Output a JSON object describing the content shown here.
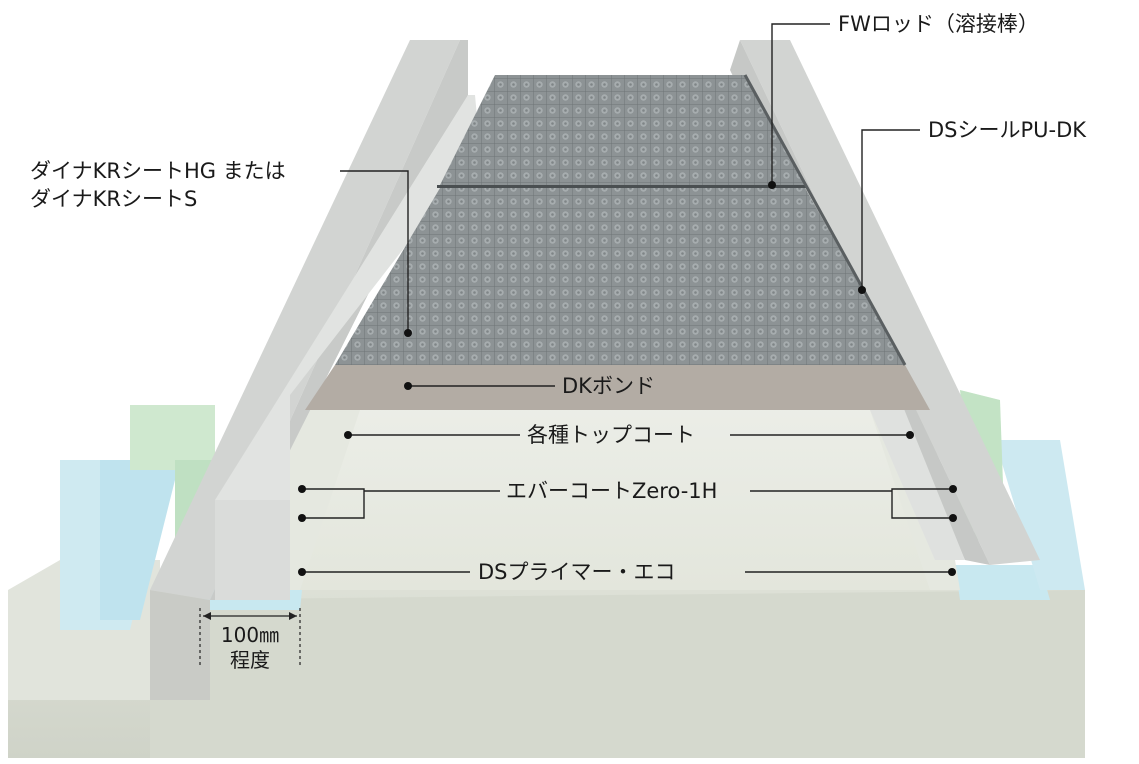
{
  "labels": {
    "fw_rod": "FWロッド（溶接棒）",
    "ds_seal": "DSシールPU-DK",
    "sheet_line1": "ダイナKRシートHG または",
    "sheet_line2": "ダイナKRシートS",
    "dk_bond": "DKボンド",
    "top_coat": "各種トップコート",
    "evercoat": "エバーコートZero-1H",
    "primer": "DSプライマー・エコ",
    "width_value": "100㎜",
    "width_suffix": "程度"
  },
  "colors": {
    "concrete": "#d8dcd2",
    "wall_top": "#d4d6d4",
    "wall_face": "#e2e4e2",
    "sheet": "#8f9597",
    "bond": "#b3aca4",
    "topcoat": "#e6e9e0",
    "evercoat": "#c8e4c8",
    "primer": "#c8e8f0"
  }
}
